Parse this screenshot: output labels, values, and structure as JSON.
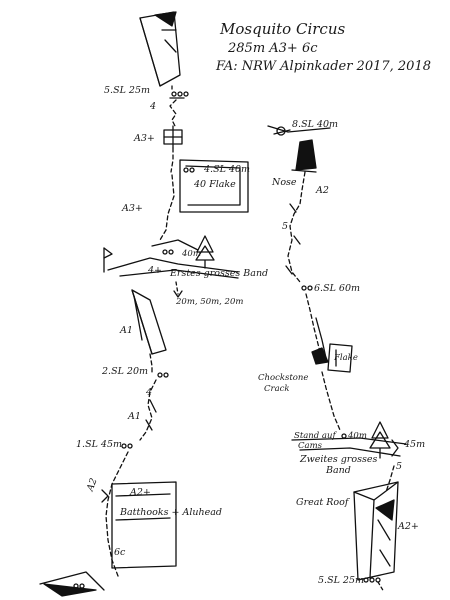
{
  "header": {
    "title": "Mosquito Circus",
    "stats": "285m   A3+ 6c",
    "first_ascent": "FA: NRW Alpinkader 2017, 2018"
  },
  "left_route": {
    "pitch_5_label": "5.SL 25m",
    "grade_upper_4": "4",
    "grade_a3_upper": "A3+",
    "pitch_4_label": "4.SL 40m",
    "hooks_label": "40 Flake",
    "grade_a3_lower": "A3+",
    "grade_ledge_4": "4+",
    "first_band_label": "Erstes grosses Band",
    "band_pitch_length": "40m",
    "rappel_label": "20m, 50m, 20m",
    "grade_a1_upper": "A1",
    "pitch_2_label": "2.SL 20m",
    "grade_mid_4": "4",
    "grade_a1_lower": "A1",
    "pitch_1_label": "1.SL 45m",
    "grade_a2_side": "A2",
    "grade_a2_box": "A2+",
    "batthooks_label": "Batthooks + Aluhead",
    "grade_6c": "6c"
  },
  "right_route": {
    "pitch_8_label": "8.SL 40m",
    "nose_label": "Nose",
    "grade_a2": "A2",
    "grade_5_upper": "5",
    "pitch_6_label": "6.SL 60m",
    "flake_label": "Flake",
    "chockstone_label_1": "Chockstone",
    "chockstone_label_2": "Crack",
    "stand_label_1": "Stand auf",
    "stand_label_2": "Cams",
    "stand_length": "40m",
    "pitch_45_label": "45m",
    "second_band_label_1": "Zweites grosses",
    "second_band_label_2": "Band",
    "grade_5_lower": "5",
    "great_roof_label": "Great Roof",
    "grade_a2plus": "A2+",
    "pitch_5_label": "5.SL 25m"
  },
  "colors": {
    "ink": "#111111",
    "paper": "#ffffff"
  }
}
